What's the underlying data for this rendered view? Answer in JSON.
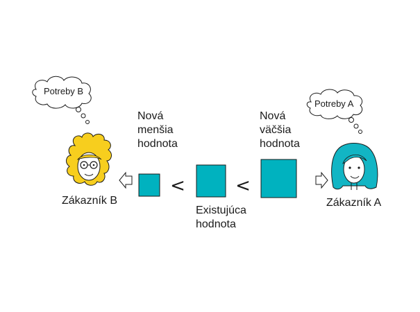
{
  "customer_b": {
    "name": "Zákazník B",
    "thought": "Potreby B",
    "hair_color": "#F7CE1E",
    "avatar_icon": "curly-hair-glasses-woman-icon"
  },
  "customer_a": {
    "name": "Zákazník A",
    "thought": "Potreby A",
    "hair_color": "#12B5C4",
    "avatar_icon": "short-hair-woman-icon"
  },
  "values": {
    "smaller": {
      "line1": "Nová",
      "line2": "menšia",
      "line3": "hodnota"
    },
    "existing": {
      "line1": "Existujúca",
      "line2": "hodnota"
    },
    "larger": {
      "line1": "Nová",
      "line2": "väčšia",
      "line3": "hodnota"
    }
  },
  "comparison_symbols": [
    "<",
    "<"
  ],
  "colors": {
    "square_fill": "#00B2BF",
    "outline": "#1a1a1a"
  }
}
